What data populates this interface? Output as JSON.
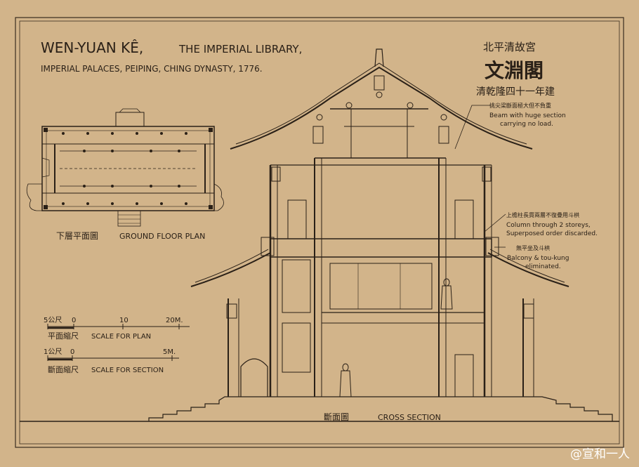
{
  "title": {
    "line1_main": "WEN-YUAN KÊ,",
    "line1_rest": "THE IMPERIAL LIBRARY,",
    "line2": "IMPERIAL PALACES, PEIPING,   CHING DYNASTY, 1776."
  },
  "chinese_title": {
    "line1": "北平清故宮",
    "name": "文淵閣",
    "line3": "清乾隆四十一年建"
  },
  "plan": {
    "label_cn": "下層平面圖",
    "label_en": "GROUND FLOOR PLAN"
  },
  "scales": {
    "plan_ticks": [
      "5公尺",
      "0",
      "10",
      "20M."
    ],
    "plan_label_cn": "平面縮尺",
    "plan_label_en": "SCALE FOR PLAN",
    "section_ticks": [
      "1公尺",
      "0",
      "5M."
    ],
    "section_label_cn": "斷面縮尺",
    "section_label_en": "SCALE FOR SECTION"
  },
  "section": {
    "label_cn": "斷面圖",
    "label_en": "CROSS SECTION"
  },
  "annotations": [
    {
      "cn": "挑尖梁斷面極大但不負重",
      "en1": "Beam with huge section",
      "en2": "carrying no load."
    },
    {
      "cn": "上檐柱長貫兩層不復疊用斗栱",
      "en1": "Column through 2 storeys,",
      "en2": "Superposed order discarded."
    },
    {
      "cn": "無平坐及斗栱",
      "en1": "Balcony & tou-kung",
      "en2": "eliminated."
    }
  ],
  "watermark": "@宣和一人",
  "colors": {
    "paper": "#d2b48a",
    "ink": "#2a2017"
  }
}
